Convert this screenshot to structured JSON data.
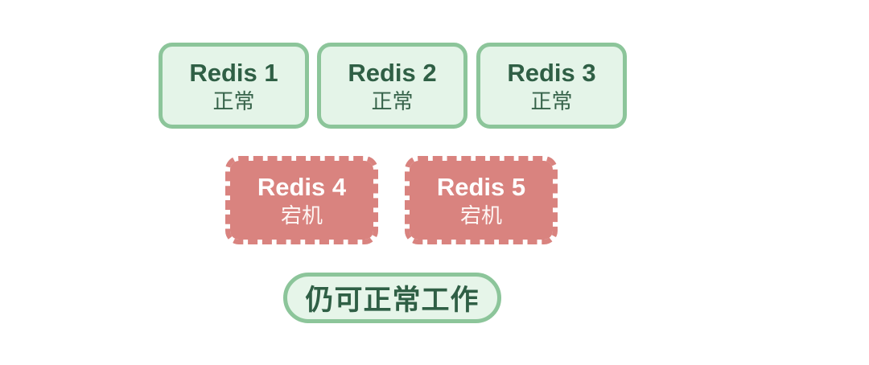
{
  "diagram": {
    "title": "redis-cluster-availability",
    "colors": {
      "healthy_fill": "#e4f4e8",
      "healthy_border": "#8cc59a",
      "healthy_text": "#2f5f45",
      "down_fill": "#d9837f",
      "down_text": "#ffffff",
      "background": "#ffffff"
    },
    "nodes": {
      "healthy": [
        {
          "name": "Redis 1",
          "status": "正常"
        },
        {
          "name": "Redis 2",
          "status": "正常"
        },
        {
          "name": "Redis 3",
          "status": "正常"
        }
      ],
      "down": [
        {
          "name": "Redis 4",
          "status": "宕机"
        },
        {
          "name": "Redis 5",
          "status": "宕机"
        }
      ]
    },
    "caption": {
      "label": "仍可正常工作"
    }
  }
}
